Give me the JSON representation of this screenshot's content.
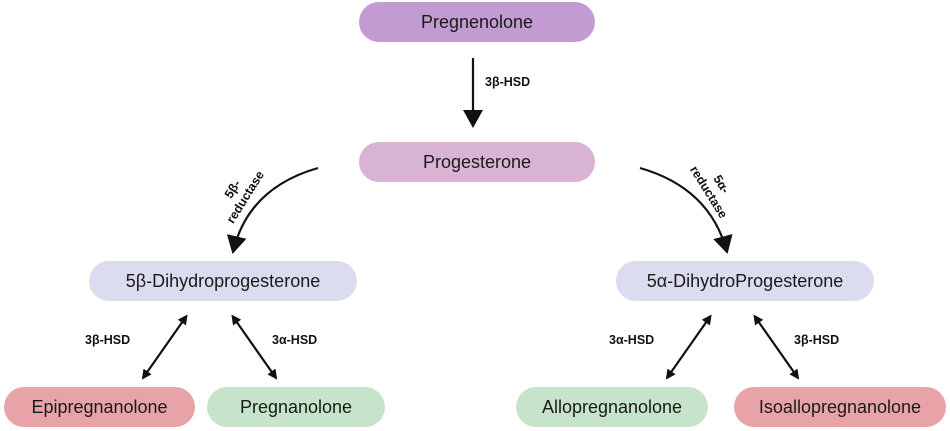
{
  "colors": {
    "pregnenolone": "#c39bd3",
    "progesterone": "#d9b3d3",
    "dihydro": "#dcdcf0",
    "red": "#e8a3a8",
    "green": "#c7e3c9",
    "arrow": "#111111"
  },
  "nodes": {
    "pregnenolone": "Pregnenolone",
    "progesterone": "Progesterone",
    "dhp_5b": "5β-Dihydroprogesterone",
    "dhp_5a": "5α-DihydroProgesterone",
    "epipregnanolone": "Epipregnanolone",
    "pregnanolone": "Pregnanolone",
    "allopregnanolone": "Allopregnanolone",
    "isoallopregnanolone": "Isoallopregnanolone"
  },
  "edges": {
    "preg_to_prog": "3β-HSD",
    "prog_to_5b_line1": "5β-",
    "prog_to_5b_line2": "reductase",
    "prog_to_5a_line1": "5α-",
    "prog_to_5a_line2": "reductase",
    "dhp5b_epi": "3β-HSD",
    "dhp5b_preg": "3α-HSD",
    "dhp5a_allo": "3α-HSD",
    "dhp5a_iso": "3β-HSD"
  }
}
